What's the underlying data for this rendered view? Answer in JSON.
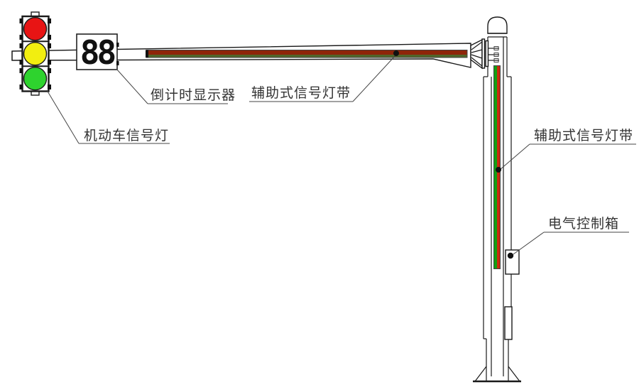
{
  "labels": {
    "vehicle_signal_light": "机动车信号灯",
    "countdown_display": "倒计时显示器",
    "aux_light_strip_arm": "辅助式信号灯带",
    "aux_light_strip_pole": "辅助式信号灯带",
    "electric_control_box": "电气控制箱"
  },
  "countdown_display": {
    "value": "88"
  },
  "colors": {
    "signal_red": "#e81414",
    "signal_yellow": "#f2ee10",
    "signal_green": "#2ed32e",
    "arm_strip_red": "#8e2509",
    "arm_strip_green": "#51662a",
    "pole_strip_green": "#12a012",
    "pole_strip_red": "#cc2a0e"
  }
}
